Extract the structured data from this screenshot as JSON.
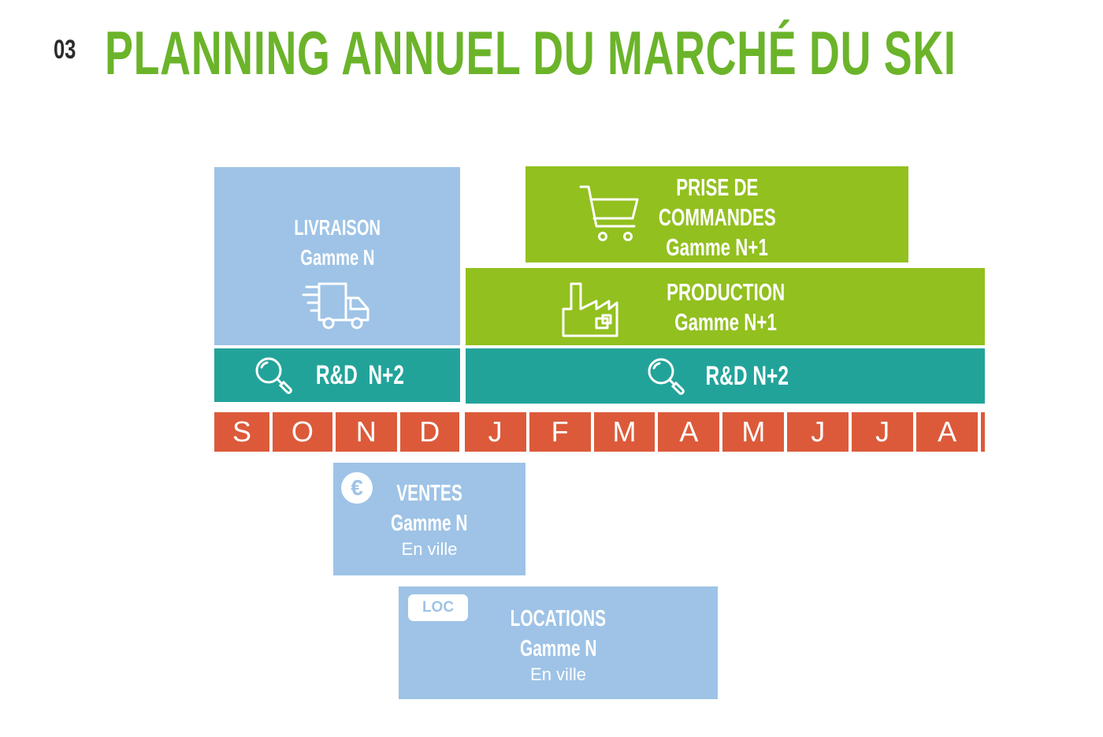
{
  "header": {
    "section_number": "03",
    "title": "PLANNING ANNUEL DU MARCHÉ DU SKI"
  },
  "colors": {
    "title_green": "#6bb42a",
    "light_blue": "#9ec3e6",
    "lime_green": "#92c01f",
    "teal": "#22a39a",
    "month_red": "#dc5a3a"
  },
  "blocks": {
    "livraison": {
      "title": "LIVRAISON",
      "subtitle": "Gamme N",
      "icon": "delivery-truck-icon"
    },
    "prise_de_commandes": {
      "title_line1": "PRISE DE",
      "title_line2": "COMMANDES",
      "subtitle": "Gamme N+1",
      "icon": "shopping-cart-icon"
    },
    "production": {
      "title": "PRODUCTION",
      "subtitle": "Gamme N+1",
      "icon": "factory-icon"
    },
    "rd_left": {
      "label": "R&D  N+2",
      "icon": "magnifier-icon"
    },
    "rd_right": {
      "label": "R&D N+2",
      "icon": "magnifier-icon"
    },
    "ventes": {
      "title": "VENTES",
      "subtitle": "Gamme N",
      "note": "En ville",
      "icon": "euro-icon",
      "icon_text": "€"
    },
    "locations": {
      "title": "LOCATIONS",
      "subtitle": "Gamme N",
      "note": "En ville",
      "badge": "LOC"
    }
  },
  "months": [
    "S",
    "O",
    "N",
    "D",
    "J",
    "F",
    "M",
    "A",
    "M",
    "J",
    "J",
    "A"
  ]
}
